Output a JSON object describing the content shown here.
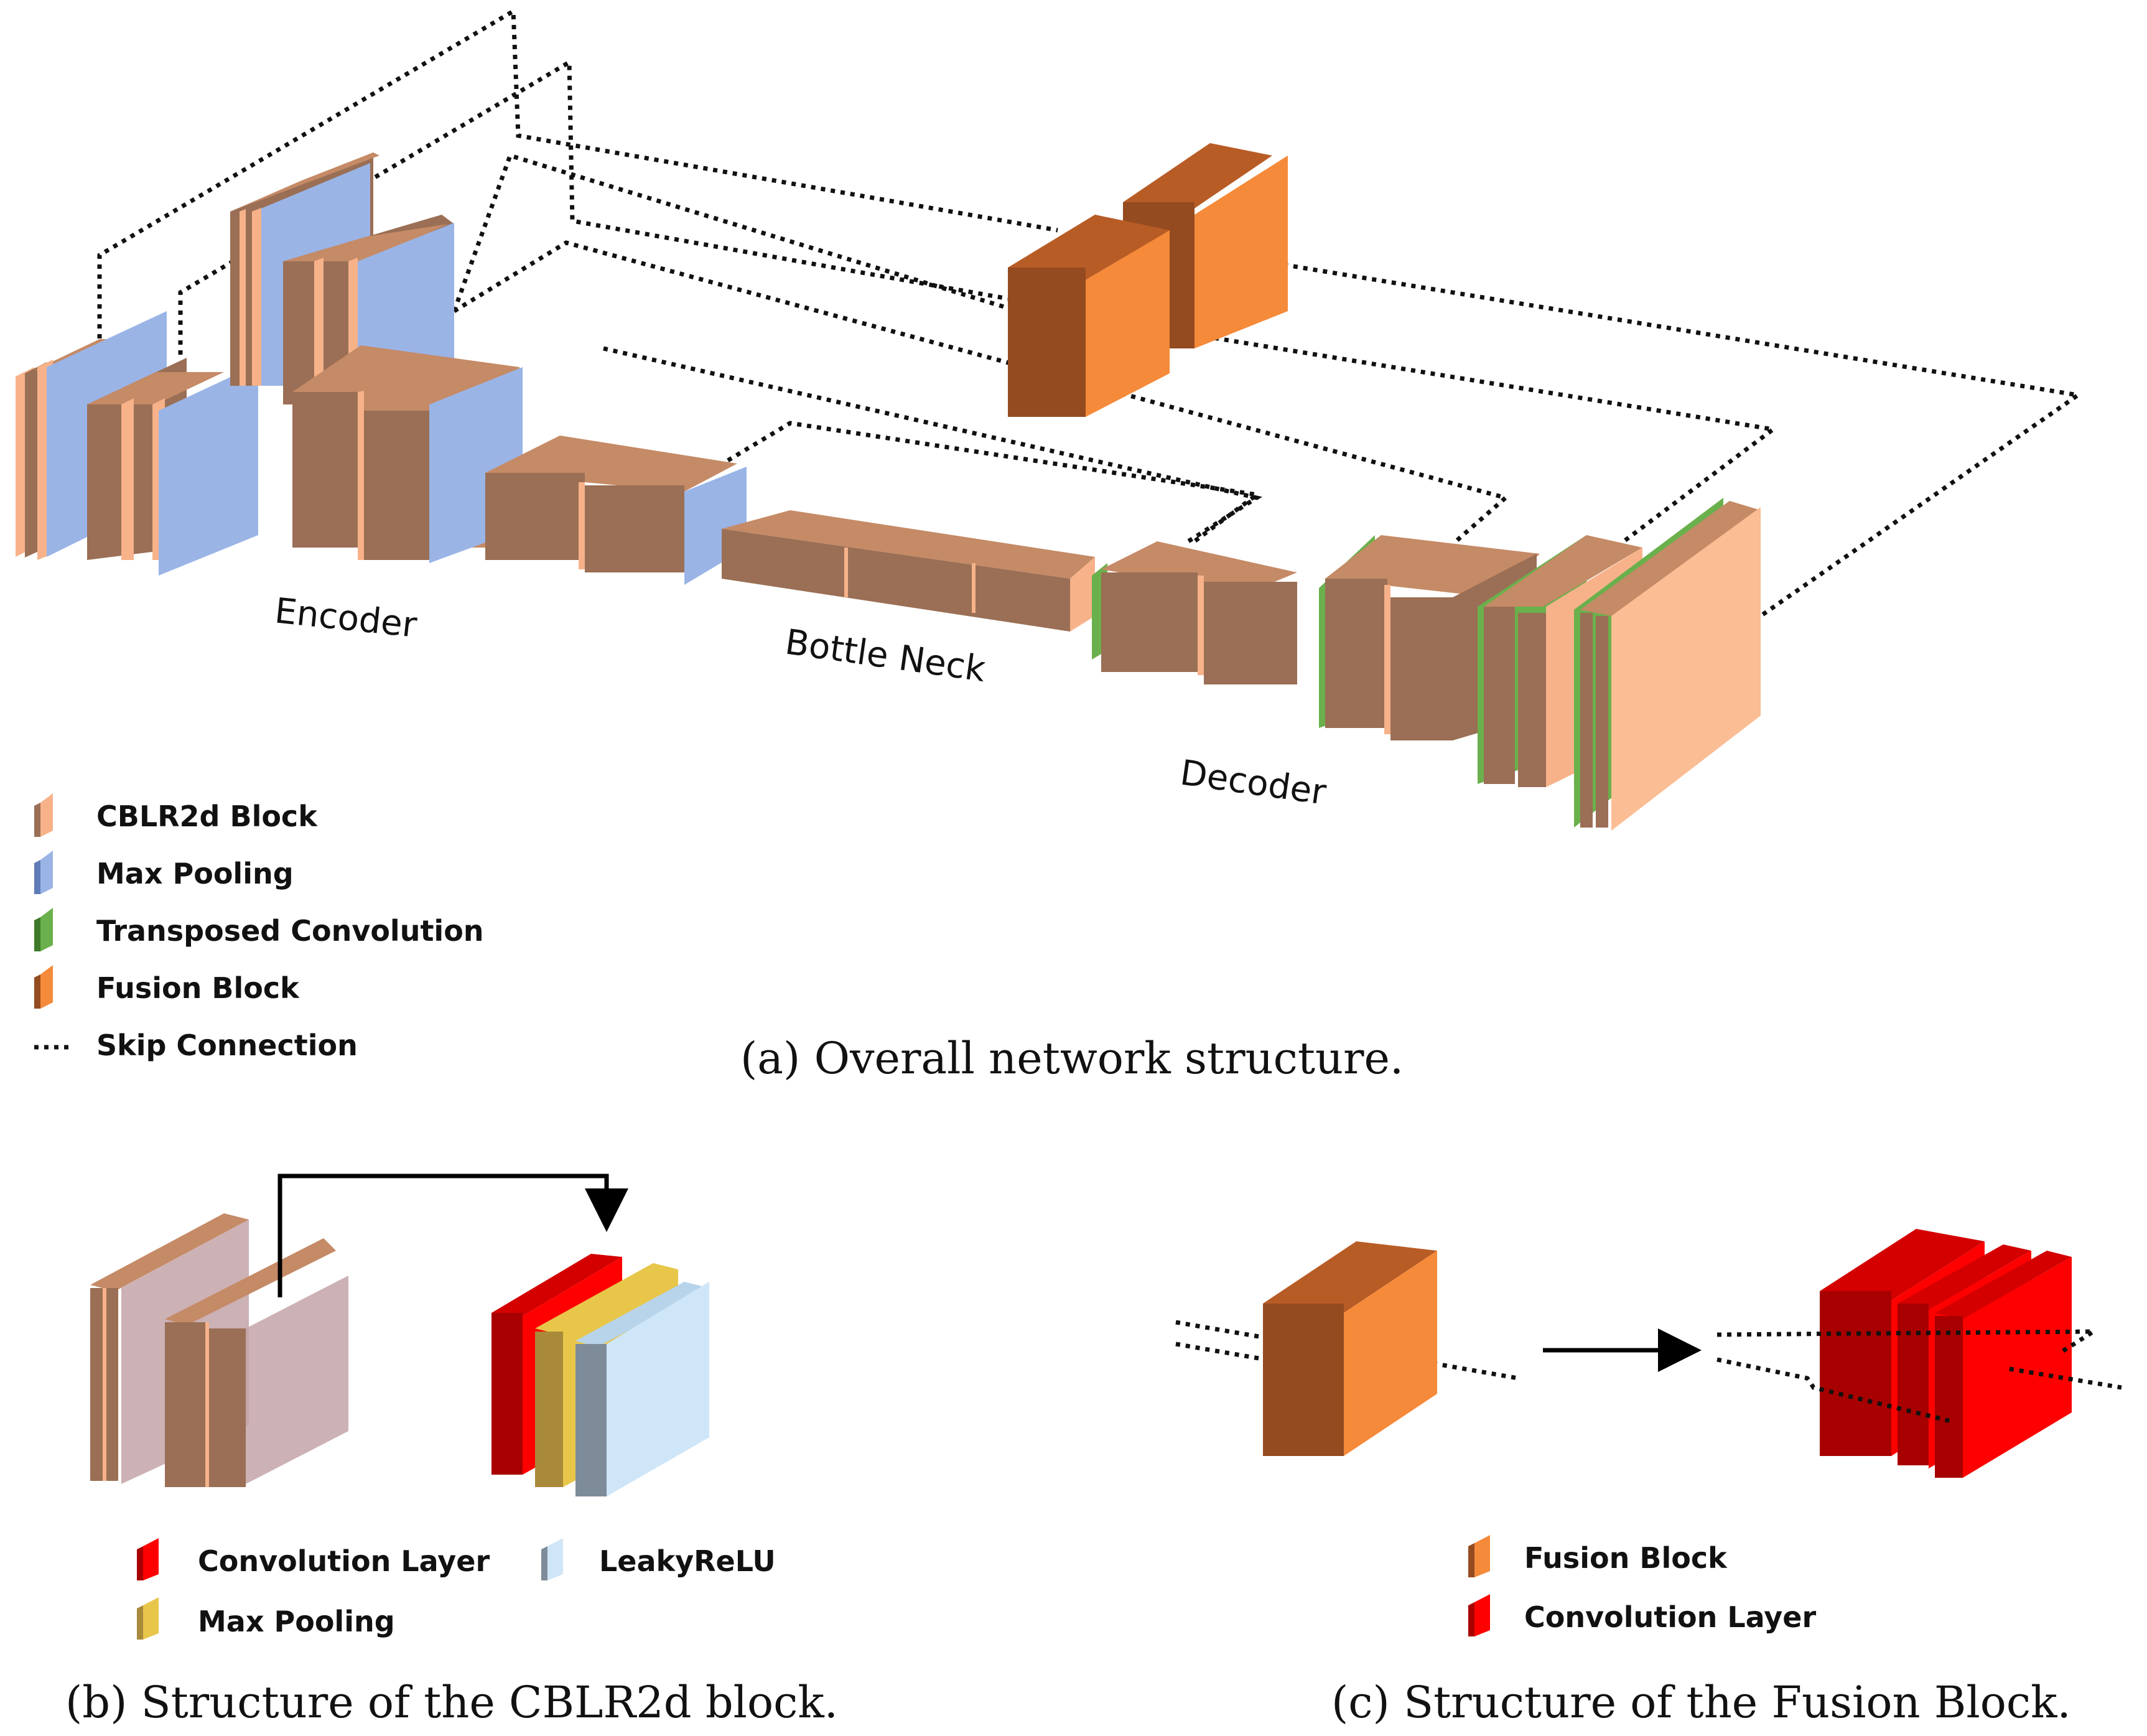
{
  "panel_a": {
    "stage_labels": {
      "encoder": "Encoder",
      "bottleneck": "Bottle Neck",
      "decoder": "Decoder"
    },
    "legend": [
      {
        "label": "CBLR2d Block",
        "color": "#f7b28a"
      },
      {
        "label": "Max Pooling",
        "color": "#9ab4e6"
      },
      {
        "label": "Transposed Convolution",
        "color": "#6ab04c"
      },
      {
        "label": "Fusion Block",
        "color": "#f58a3a"
      },
      {
        "label": "Skip Connection",
        "color": "#111111"
      }
    ],
    "caption": "(a) Overall network structure."
  },
  "panel_b": {
    "legend": [
      {
        "label": "Convolution Layer",
        "color": "#e01010"
      },
      {
        "label": "LeakyReLU",
        "color": "#cfe6f8"
      },
      {
        "label": "Max Pooling",
        "color": "#e8c64a"
      }
    ],
    "caption": "(b) Structure of the CBLR2d block."
  },
  "panel_c": {
    "legend": [
      {
        "label": "Fusion Block",
        "color": "#f58a3a"
      },
      {
        "label": "Convolution Layer",
        "color": "#e01010"
      }
    ],
    "caption": "(c) Structure of the Fusion Block."
  },
  "colors": {
    "cblr_front": "#9a6f55",
    "cblr_top": "#c58a66",
    "cblr_side": "#f7b28a",
    "pool": "#9ab4e6",
    "trans": "#6ab04c",
    "fusion_front": "#f58a3a",
    "fusion_side": "#944b20",
    "fusion_top": "#b85c26",
    "conv_red": "#ff0000",
    "conv_dark": "#a80000",
    "conv_top": "#d40000"
  }
}
